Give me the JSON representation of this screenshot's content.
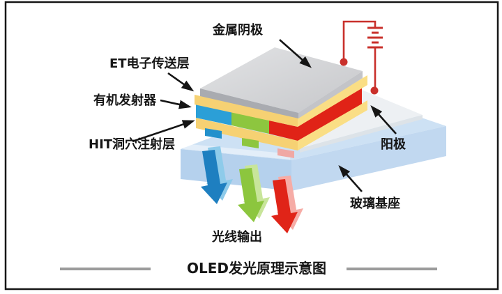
{
  "diagram": {
    "title": "OLED发光原理示意图",
    "labels": {
      "cathode": "金属阴极",
      "electron_transport": "ET电子传送层",
      "organic_emitter": "有机发射器",
      "hole_injection": "HIT洞穴注射层",
      "anode": "阳极",
      "glass_substrate": "玻璃基座",
      "light_output": "光线输出"
    },
    "layers": [
      {
        "name": "金属阴极",
        "role": "metal cathode",
        "color": "#d2d4d7"
      },
      {
        "name": "ET电子传送层",
        "role": "electron transport layer",
        "color": "#f8d77c"
      },
      {
        "name": "有机发射器",
        "role": "organic emitters RGB",
        "colors": [
          "#2b9fd7",
          "#8dc63f",
          "#e02317"
        ]
      },
      {
        "name": "HIT洞穴注射层",
        "role": "hole injection layer",
        "color": "#f8d77c"
      },
      {
        "name": "阳极",
        "role": "anode",
        "color": "#edf0f3"
      },
      {
        "name": "玻璃基座",
        "role": "glass substrate",
        "color": "#c6dcf2"
      }
    ],
    "light_arrow_colors": [
      "#1e7fc0",
      "#8cc63e",
      "#e02418"
    ],
    "circuit_color": "#c9302b"
  }
}
